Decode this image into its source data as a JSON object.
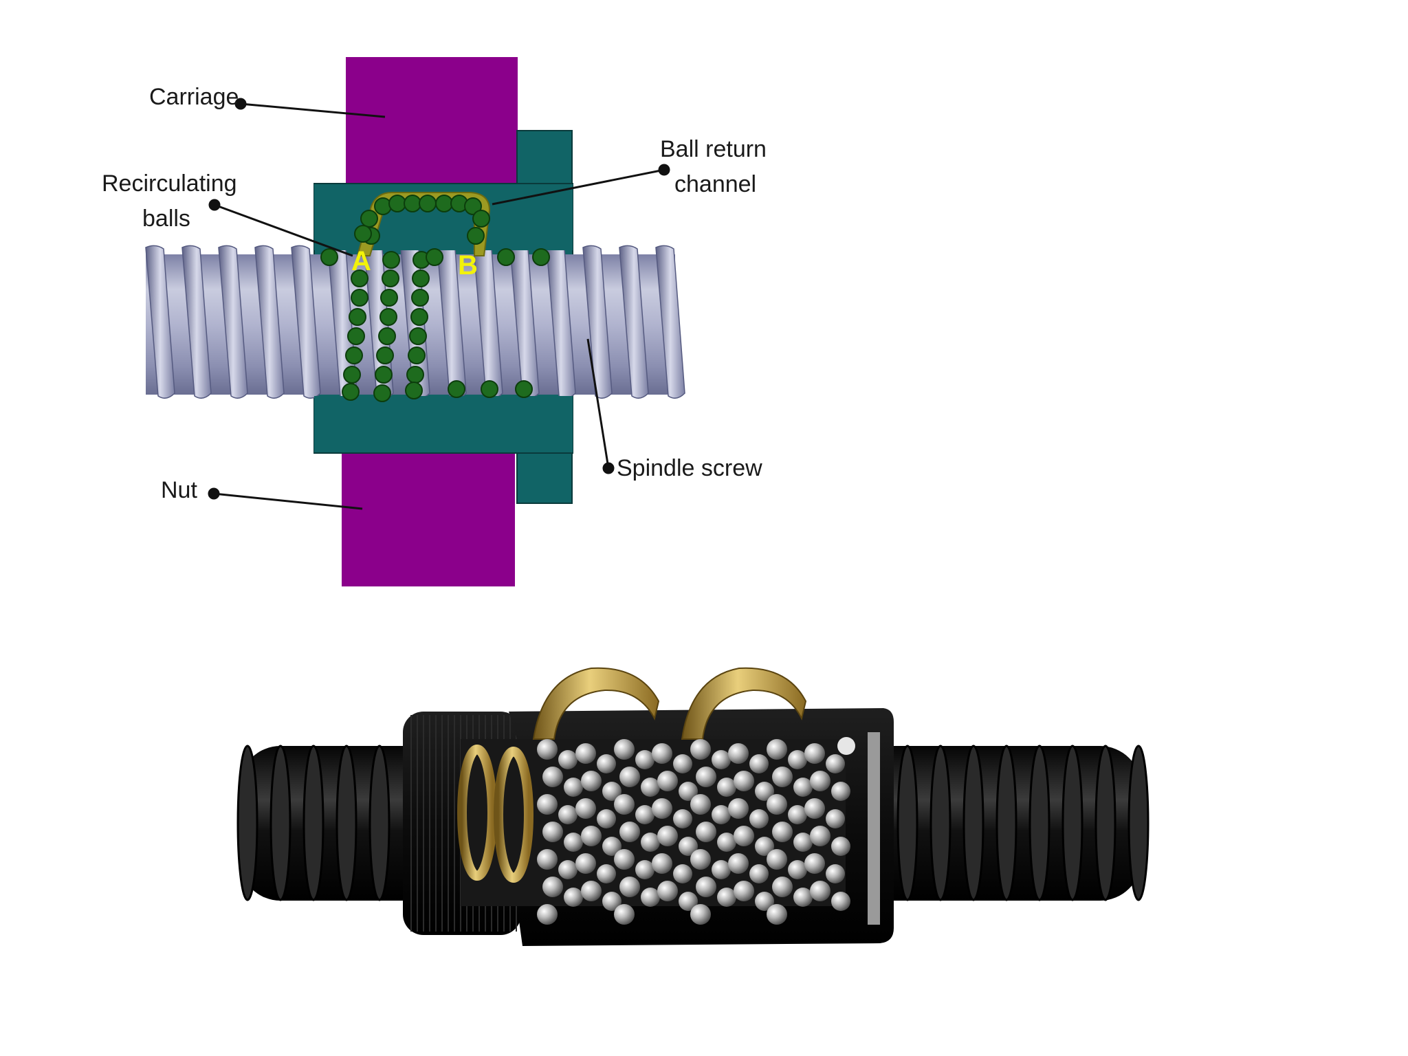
{
  "labels": {
    "carriage": "Carriage",
    "recirculating_line1": "Recirculating",
    "recirculating_line2": "balls",
    "ball_return_line1": "Ball return",
    "ball_return_line2": "channel",
    "spindle_screw": "Spindle screw",
    "nut": "Nut",
    "point_a": "A",
    "point_b": "B"
  },
  "colors": {
    "carriage": "#8b008b",
    "nut_body": "#116466",
    "screw": "#a8acc8",
    "ball": "#1e6b1e",
    "return_channel": "#9c9a22",
    "point_label": "#f2f20a",
    "photo_nut": "#121212",
    "photo_brass": "#b8953a"
  }
}
